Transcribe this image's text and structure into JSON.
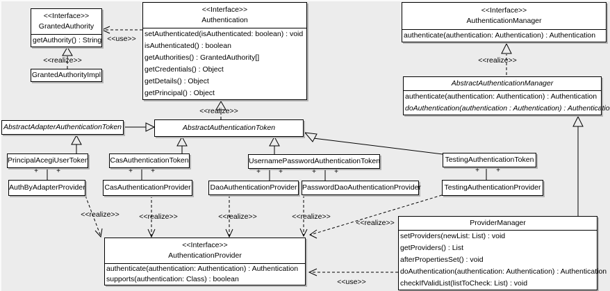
{
  "labels": {
    "use": "<<use>>",
    "realize": "<<realize>>",
    "plus": "+"
  },
  "colors": {
    "background": "#ececec",
    "box_fill": "#ffffff",
    "line": "#000000",
    "shadow": "#b4b4b4"
  },
  "classes": [
    {
      "id": "granted-authority",
      "stereotype": "<<Interface>>",
      "name": "GrantedAuthority",
      "methods": [
        "getAuthority() : String"
      ]
    },
    {
      "id": "granted-authority-impl",
      "name": "GrantedAuthorityImpl",
      "methods": []
    },
    {
      "id": "authentication",
      "stereotype": "<<Interface>>",
      "name": "Authentication",
      "methods": [
        "setAuthenticated(isAuthenticated: boolean) : void",
        "isAuthenticated() : boolean",
        "getAuthorities() : GrantedAuthority[]",
        "getCredentials() : Object",
        "getDetails() : Object",
        "getPrincipal() : Object"
      ]
    },
    {
      "id": "authentication-manager",
      "stereotype": "<<Interface>>",
      "name": "AuthenticationManager",
      "methods": [
        "authenticate(authentication: Authentication) : Authentication"
      ]
    },
    {
      "id": "abstract-authentication-manager",
      "name": "AbstractAuthenticationManager",
      "methods": [
        "authenticate(authentication: Authentication) : Authentication",
        "doAuthentication(authentication : Authentication) : Authentication"
      ]
    },
    {
      "id": "abstract-adapter-authentication-token",
      "name": "AbstractAdapterAuthenticationToken",
      "methods": []
    },
    {
      "id": "abstract-authentication-token",
      "name": "AbstractAuthenticationToken",
      "methods": []
    },
    {
      "id": "principal-acegi-user-token",
      "name": "PrincipalAcegiUserToken",
      "methods": []
    },
    {
      "id": "cas-authentication-token",
      "name": "CasAuthenticationToken",
      "methods": []
    },
    {
      "id": "username-password-authentication-token",
      "name": "UsernamePasswordAuthenticationToken",
      "methods": []
    },
    {
      "id": "testing-authentication-token",
      "name": "TestingAuthenticationToken",
      "methods": []
    },
    {
      "id": "auth-by-adapter-provider",
      "name": "AuthByAdapterProvider",
      "methods": []
    },
    {
      "id": "cas-authentication-provider",
      "name": "CasAuthenticationProvider",
      "methods": []
    },
    {
      "id": "dao-authentication-provider",
      "name": "DaoAuthenticationProvider",
      "methods": []
    },
    {
      "id": "password-dao-authentication-provider",
      "name": "PasswordDaoAuthenticationProvider",
      "methods": []
    },
    {
      "id": "testing-authentication-provider",
      "name": "TestingAuthenticationProvider",
      "methods": []
    },
    {
      "id": "authentication-provider",
      "stereotype": "<<Interface>>",
      "name": "AuthenticationProvider",
      "methods": [
        "authenticate(authentication: Authentication) : Authentication",
        "supports(authentication: Class) : boolean"
      ]
    },
    {
      "id": "provider-manager",
      "name": "ProviderManager",
      "methods": [
        "setProviders(newList: List) : void",
        "getProviders() : List",
        "afterPropertiesSet() : void",
        "doAuthentication(authentication: Authentication) : Authentication",
        "checkIfValidList(listToCheck: List) : void"
      ]
    }
  ]
}
